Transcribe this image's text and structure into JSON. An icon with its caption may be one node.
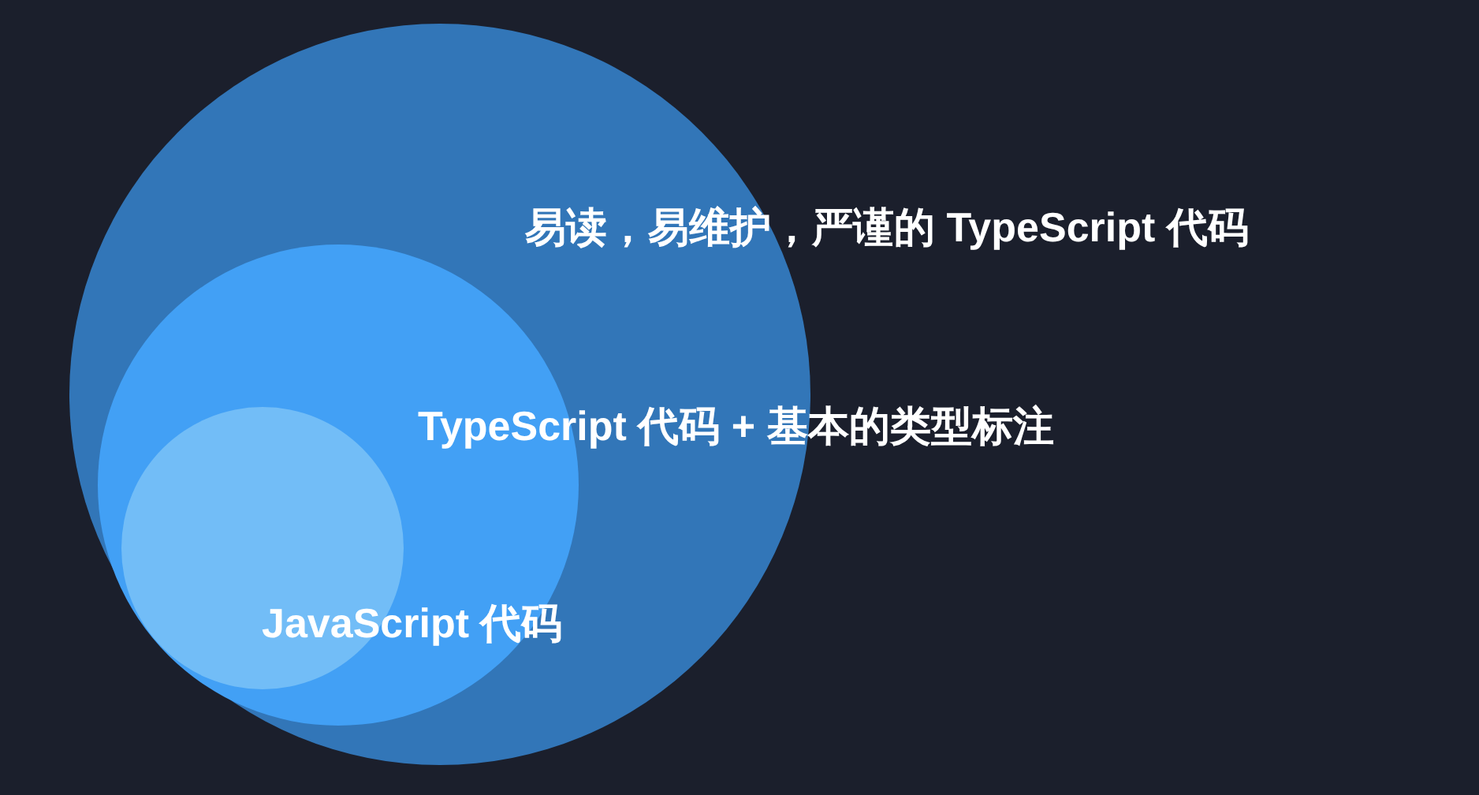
{
  "diagram": {
    "nodes": [
      {
        "text": [
          "易读，易维护，严谨的 TypeScript 代码"
        ]
      },
      {
        "text": [
          "TypeScript 代码 + 基本的类型标注"
        ],
        "in": 0
      },
      {
        "text": [
          "JavaScript 代码"
        ],
        "in": 1
      }
    ]
  }
}
